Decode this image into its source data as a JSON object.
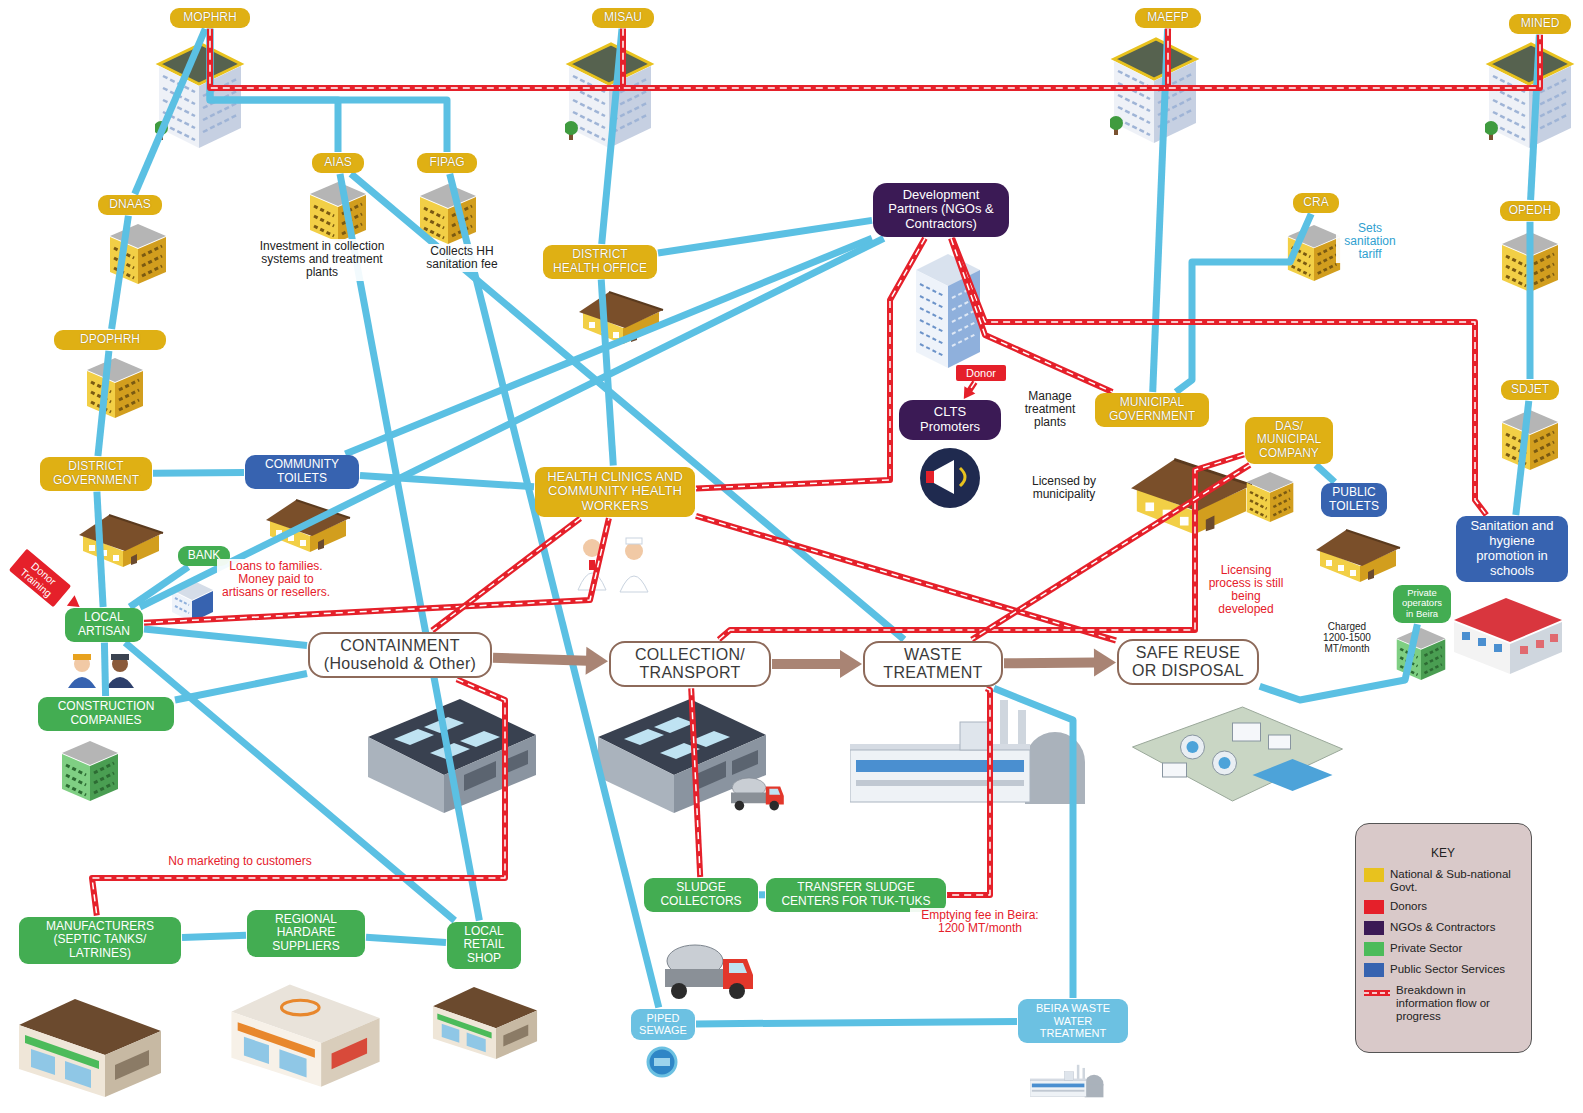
{
  "diagram": {
    "nodes": [
      {
        "text": [
          "MOPHRH"
        ]
      },
      {
        "text": [
          "MISAU"
        ]
      },
      {
        "text": [
          "MAEFP"
        ]
      },
      {
        "text": [
          "MINED"
        ]
      },
      {
        "text": [
          "AIAS"
        ]
      },
      {
        "text": [
          "FIPAG"
        ]
      },
      {
        "text": [
          "DNAAS"
        ]
      },
      {
        "text": [
          "Development Partners (NGOs & Contractors)"
        ]
      },
      {
        "text": [
          "CRA"
        ]
      },
      {
        "text": [
          "OPEDH"
        ]
      },
      {
        "text": [
          "DISTRICT HEALTH OFFICE"
        ]
      },
      {
        "text": [
          "DPOPHRH"
        ]
      },
      {
        "text": [
          "SDJET"
        ]
      },
      {
        "text": [
          "Donor"
        ]
      },
      {
        "text": [
          "MUNICIPAL GOVERNMENT"
        ]
      },
      {
        "text": [
          "CLTS Promoters"
        ]
      },
      {
        "text": [
          "DAS/ MUNICIPAL COMPANY"
        ]
      },
      {
        "text": [
          "DISTRICT GOVERNMENT"
        ]
      },
      {
        "text": [
          "COMMUNITY TOILETS"
        ]
      },
      {
        "text": [
          "HEALTH CLINICS AND COMMUNITY HEALTH WORKERS"
        ]
      },
      {
        "text": [
          "PUBLIC TOILETS"
        ]
      },
      {
        "text": [
          "Sanitation and hygiene promotion in schools"
        ]
      },
      {
        "text": [
          "BANK"
        ]
      },
      {
        "text": [
          "Donor Training"
        ]
      },
      {
        "text": [
          "Private operators in Beira"
        ]
      },
      {
        "text": [
          "LOCAL ARTISAN"
        ]
      },
      {
        "text": [
          "CONTAINMENT (Household & Other)"
        ]
      },
      {
        "text": [
          "COLLECTION/ TRANSPORT"
        ]
      },
      {
        "text": [
          "WASTE TREATMENT"
        ]
      },
      {
        "text": [
          "SAFE REUSE OR DISPOSAL"
        ]
      },
      {
        "text": [
          "CONSTRUCTION COMPANIES"
        ]
      },
      {
        "text": [
          "MANUFACTURERS (SEPTIC TANKS/ LATRINES)"
        ]
      },
      {
        "text": [
          "REGIONAL HARDARE SUPPLIERS"
        ]
      },
      {
        "text": [
          "LOCAL RETAIL SHOP"
        ]
      },
      {
        "text": [
          "SLUDGE COLLECTORS"
        ]
      },
      {
        "text": [
          "TRANSFER SLUDGE CENTERS FOR TUK-TUKS"
        ]
      },
      {
        "text": [
          "PIPED SEWAGE"
        ]
      },
      {
        "text": [
          "BEIRA WASTE WATER TREATMENT"
        ]
      }
    ],
    "edges": [
      {
        "from": 0,
        "to": 1,
        "arrow": "none"
      },
      {
        "from": 1,
        "to": 2,
        "arrow": "none"
      },
      {
        "from": 2,
        "to": 3,
        "arrow": "none"
      },
      {
        "from": 0,
        "to": 6,
        "arrow": "none"
      },
      {
        "from": 6,
        "to": 11,
        "arrow": "none"
      },
      {
        "from": 11,
        "to": 17,
        "arrow": "none"
      },
      {
        "from": 0,
        "to": 4,
        "arrow": "none"
      },
      {
        "from": 0,
        "to": 5,
        "arrow": "none"
      },
      {
        "from": 1,
        "to": 10,
        "arrow": "none"
      },
      {
        "from": 10,
        "to": 19,
        "arrow": "none"
      },
      {
        "from": 2,
        "to": 14,
        "arrow": "none"
      },
      {
        "from": 3,
        "to": 9,
        "arrow": "none"
      },
      {
        "from": 9,
        "to": 12,
        "arrow": "none"
      },
      {
        "from": 12,
        "to": 21,
        "arrow": "none"
      },
      {
        "from": 8,
        "to": 14,
        "arrow": "none"
      },
      {
        "from": 16,
        "to": 20,
        "arrow": "none"
      },
      {
        "from": 7,
        "to": 10,
        "arrow": "none"
      },
      {
        "from": 7,
        "to": 18,
        "arrow": "none"
      },
      {
        "from": 7,
        "to": 25,
        "arrow": "none"
      },
      {
        "from": 17,
        "to": 18,
        "arrow": "none"
      },
      {
        "from": 18,
        "to": 19,
        "arrow": "none"
      },
      {
        "from": 17,
        "to": 25,
        "arrow": "none"
      },
      {
        "from": 22,
        "to": 25,
        "arrow": "none"
      },
      {
        "from": 23,
        "to": 25,
        "arrow": "to"
      },
      {
        "from": 25,
        "to": 26,
        "arrow": "none"
      },
      {
        "from": 25,
        "to": 33,
        "arrow": "none"
      },
      {
        "from": 25,
        "to": 30,
        "arrow": "none"
      },
      {
        "from": 30,
        "to": 26,
        "arrow": "none"
      },
      {
        "from": 31,
        "to": 32,
        "arrow": "none"
      },
      {
        "from": 32,
        "to": 33,
        "arrow": "none"
      },
      {
        "from": 4,
        "to": 33,
        "arrow": "none"
      },
      {
        "from": 4,
        "to": 28,
        "arrow": "none"
      },
      {
        "from": 5,
        "to": 36,
        "arrow": "none"
      },
      {
        "from": 26,
        "to": 27,
        "arrow": "to"
      },
      {
        "from": 27,
        "to": 28,
        "arrow": "to"
      },
      {
        "from": 28,
        "to": 29,
        "arrow": "to"
      },
      {
        "from": 27,
        "to": 34,
        "arrow": "none"
      },
      {
        "from": 34,
        "to": 35,
        "arrow": "none"
      },
      {
        "from": 28,
        "to": 35,
        "arrow": "none"
      },
      {
        "from": 36,
        "to": 37,
        "arrow": "none"
      },
      {
        "from": 37,
        "to": 28,
        "arrow": "none"
      },
      {
        "from": 29,
        "to": 24,
        "arrow": "none"
      },
      {
        "from": 7,
        "to": 19,
        "arrow": "none"
      },
      {
        "from": 7,
        "to": 21,
        "arrow": "none"
      },
      {
        "from": 7,
        "to": 14,
        "arrow": "none"
      },
      {
        "from": 13,
        "to": 15,
        "arrow": "to"
      },
      {
        "from": 25,
        "to": 19,
        "arrow": "none"
      },
      {
        "from": 19,
        "to": 29,
        "arrow": "none"
      },
      {
        "from": 19,
        "to": 26,
        "arrow": "none"
      },
      {
        "from": 16,
        "to": 27,
        "arrow": "none"
      },
      {
        "from": 16,
        "to": 28,
        "arrow": "none"
      },
      {
        "from": 26,
        "to": 31,
        "arrow": "none"
      }
    ],
    "labels": [
      "Investment in collection systems and treatment plants",
      "Collects HH sanitation fee",
      "Sets sanitation tariff",
      "Manage treatment plants",
      "Licensed by municipality",
      "Loans to families. Money paid to artisans or resellers.",
      "Licensing process is still being developed",
      "Charged 1200-1500 MT/month",
      "No marketing to customers",
      "Emptying fee in Beira: 1200 MT/month",
      "KEY"
    ],
    "legend": [
      {
        "text": "National & Sub-national Govt.",
        "color": "#e8c21e"
      },
      {
        "text": "Donors",
        "color": "#e5202a"
      },
      {
        "text": "NGOs & Contractors",
        "color": "#3b1a55"
      },
      {
        "text": "Private Sector",
        "color": "#4cbb5a"
      },
      {
        "text": "Public Sector Services",
        "color": "#3763b0"
      },
      {
        "text": "Breakdown in information flow or progress"
      }
    ]
  }
}
